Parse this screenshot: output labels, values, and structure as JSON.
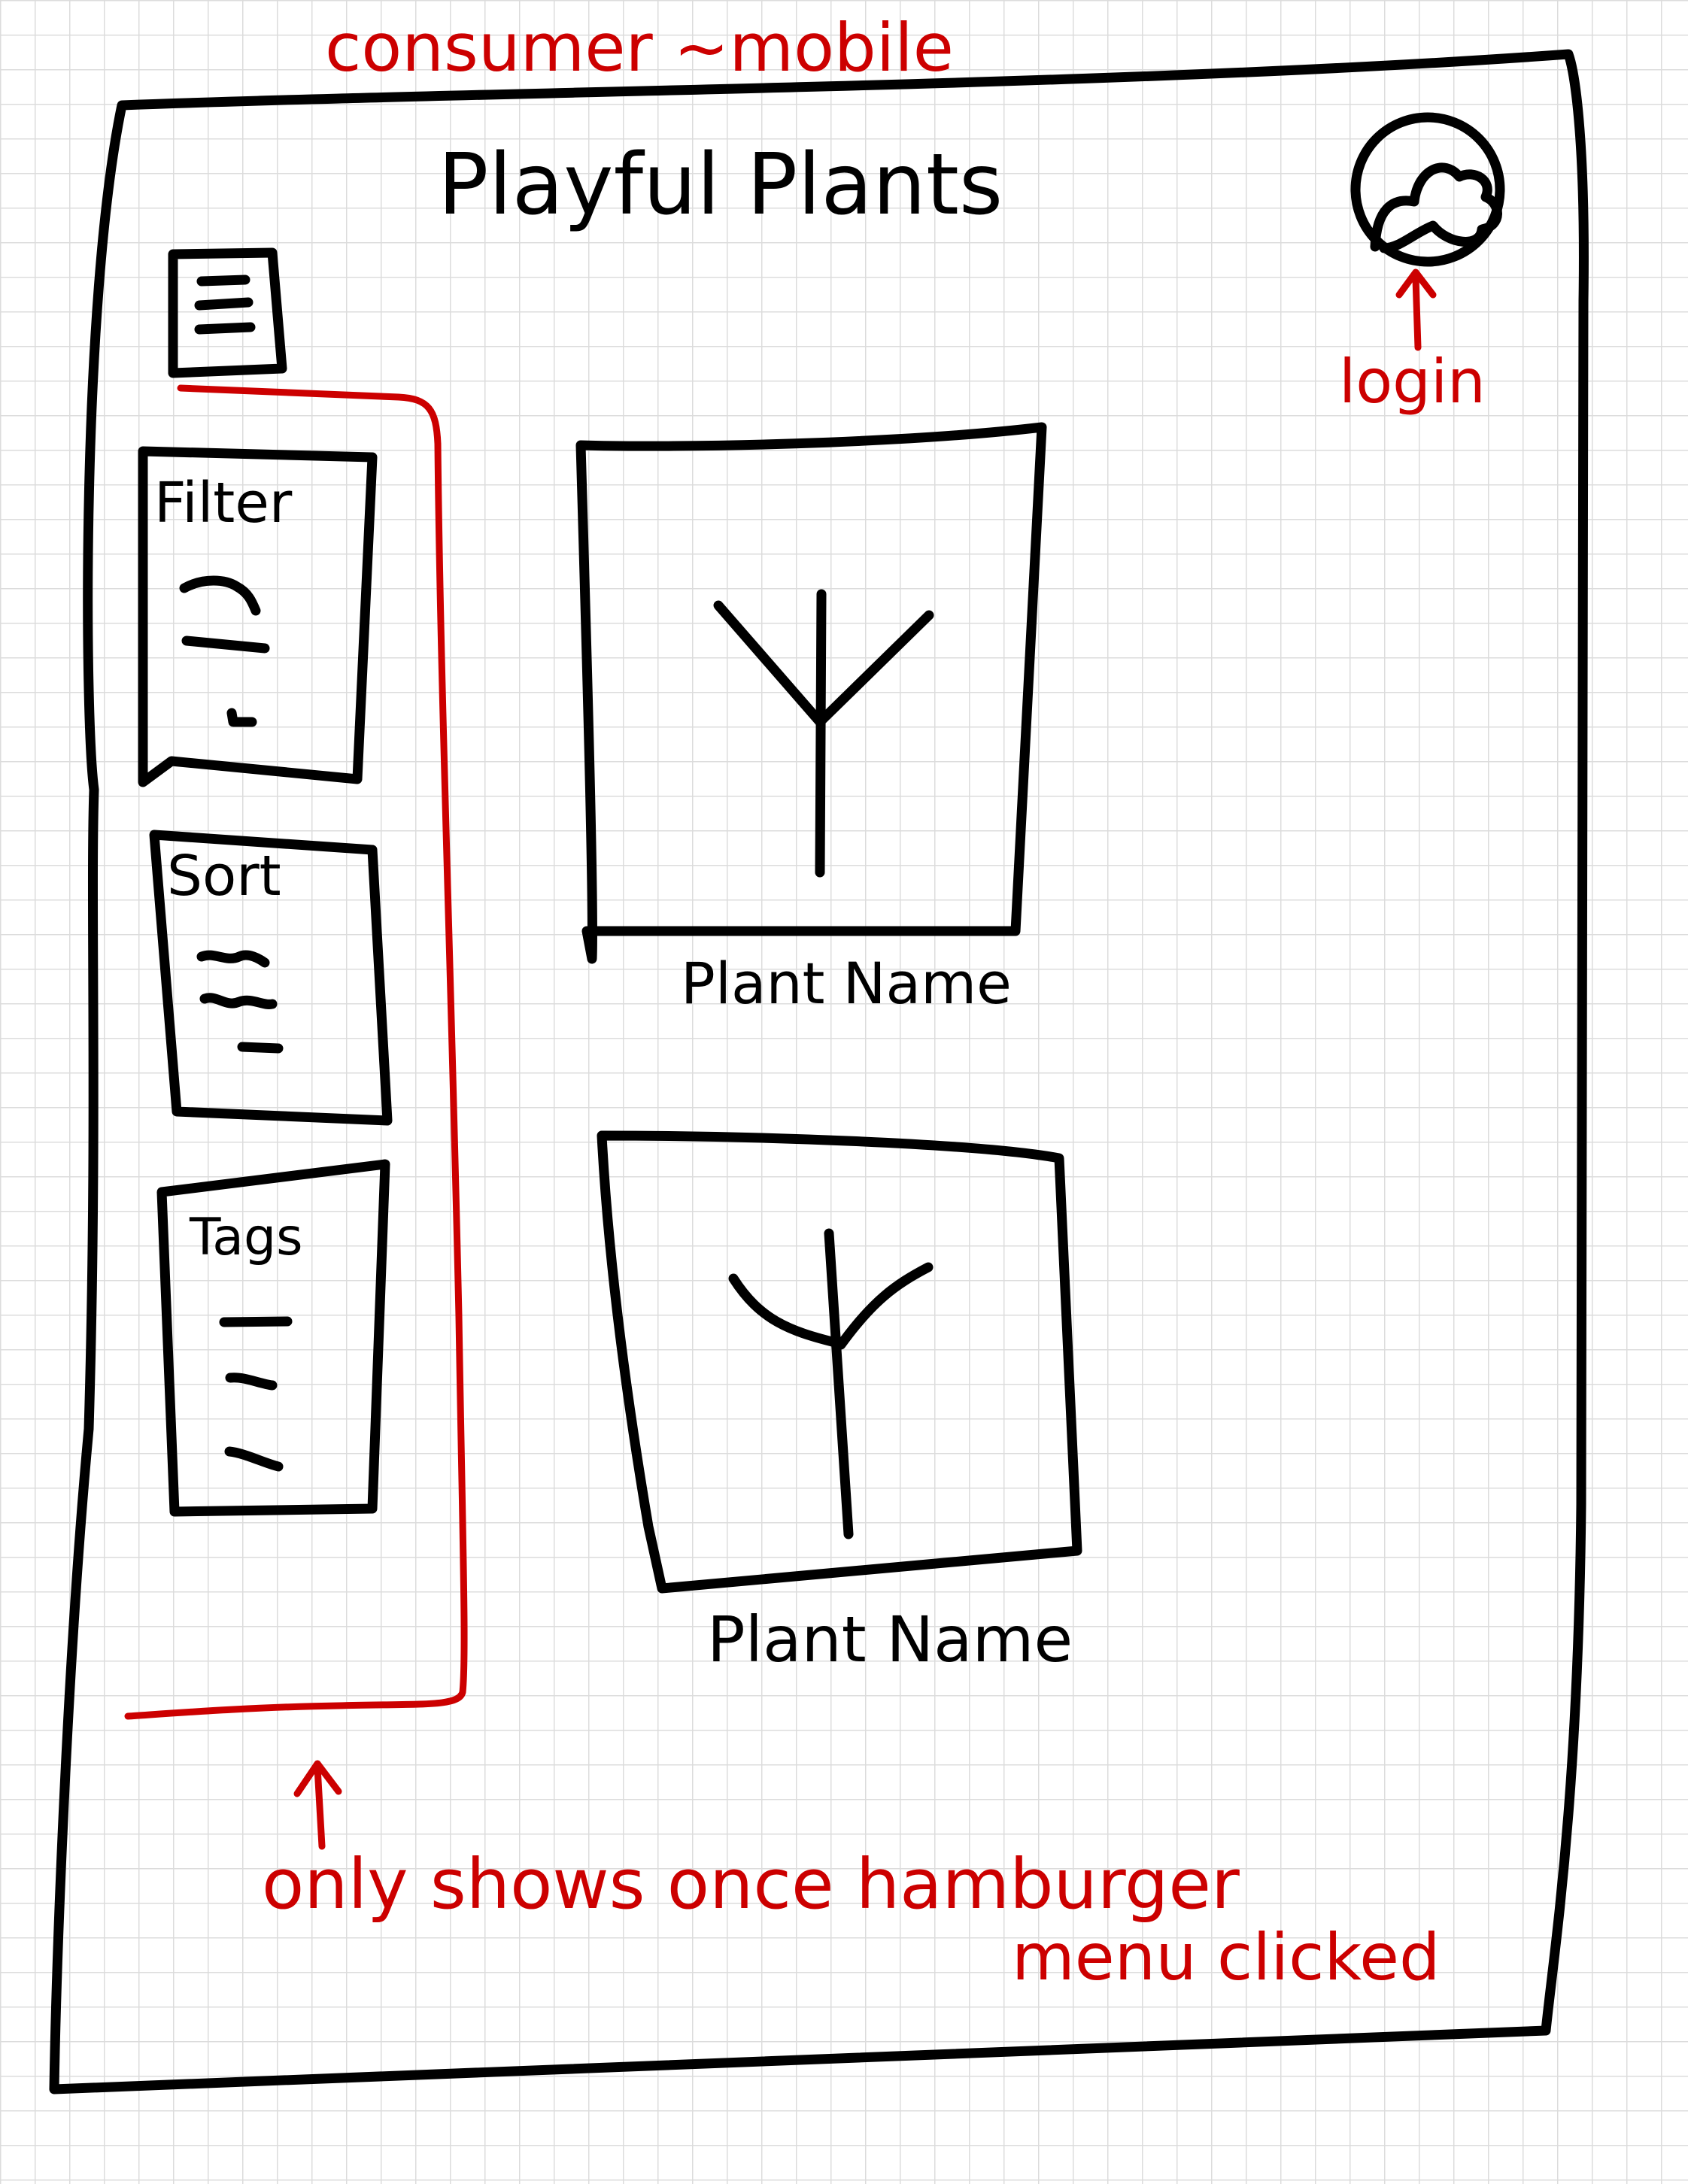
{
  "annotations": {
    "screen_label": "consumer ~mobile",
    "login_note": "login",
    "menu_note_line1": "only shows once hamburger",
    "menu_note_line2": "menu clicked"
  },
  "header": {
    "title": "Playful Plants",
    "menu_icon": "hamburger-menu-icon",
    "profile_icon": "user-profile-icon"
  },
  "side_menu": {
    "panels": [
      {
        "title": "Filter"
      },
      {
        "title": "Sort"
      },
      {
        "title": "Tags"
      }
    ]
  },
  "plants": [
    {
      "name": "Plant Name",
      "image_icon": "plant-sketch-icon"
    },
    {
      "name": "Plant Name",
      "image_icon": "plant-sketch-icon"
    }
  ],
  "colors": {
    "ink": "#000000",
    "annotation": "#cc0000",
    "grid": "#dcdcdc"
  }
}
